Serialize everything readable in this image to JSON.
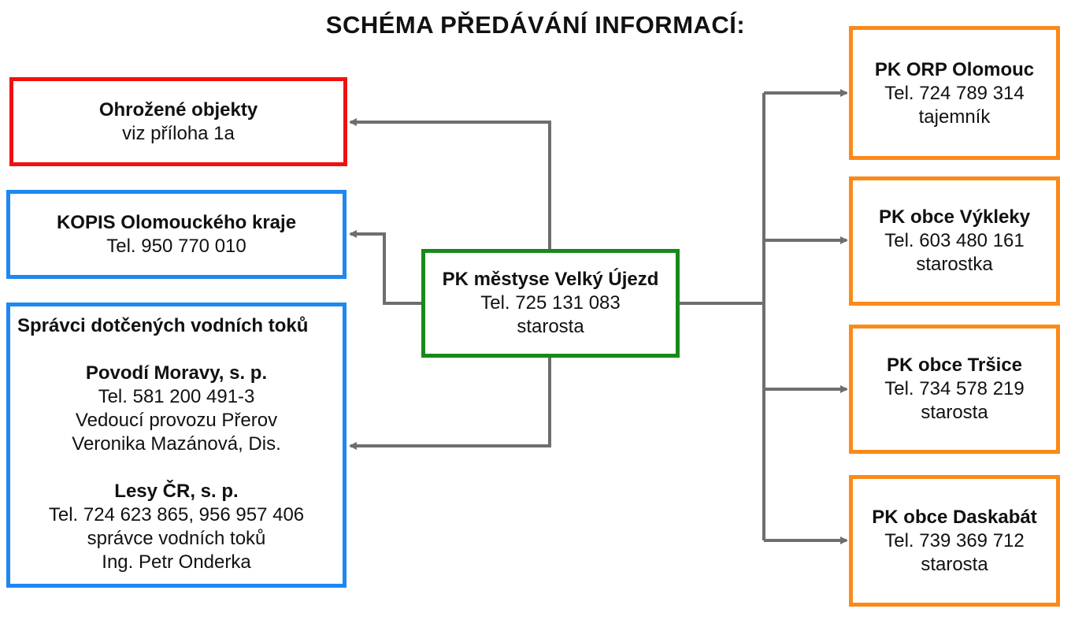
{
  "title": "SCHÉMA PŘEDÁVÁNÍ INFORMACÍ:",
  "center": {
    "name": "PK městyse Velký Újezd",
    "phone": "Tel. 725 131 083",
    "role": "starosta"
  },
  "left": {
    "threatened": {
      "name": "Ohrožené objekty",
      "note": "viz příloha 1a"
    },
    "kopis": {
      "name": "KOPIS Olomouckého kraje",
      "phone": "Tel. 950 770 010"
    },
    "water": {
      "heading": "Správci dotčených vodních toků",
      "povodi": {
        "name": "Povodí Moravy, s. p.",
        "phone": "Tel. 581 200 491-3",
        "role": "Vedoucí provozu Přerov",
        "person": "Veronika Mazánová, Dis."
      },
      "lesy": {
        "name": "Lesy ČR, s. p.",
        "phone": "Tel. 724 623 865, 956 957 406",
        "role": "správce vodních toků",
        "person": "Ing. Petr Onderka"
      }
    }
  },
  "right": [
    {
      "name": "PK ORP Olomouc",
      "phone": "Tel. 724 789 314",
      "role": "tajemník"
    },
    {
      "name": "PK obce Výkleky",
      "phone": "Tel. 603 480 161",
      "role": "starostka"
    },
    {
      "name": "PK obce Tršice",
      "phone": "Tel. 734 578 219",
      "role": "starosta"
    },
    {
      "name": "PK obce Daskabát",
      "phone": "Tel. 739 369 712",
      "role": "starosta"
    }
  ],
  "colors": {
    "center_border": "#178a1a",
    "threatened_border": "#f01010",
    "left_border": "#1e88f0",
    "right_border": "#fb8a1a",
    "connector": "#6e6e6e"
  }
}
